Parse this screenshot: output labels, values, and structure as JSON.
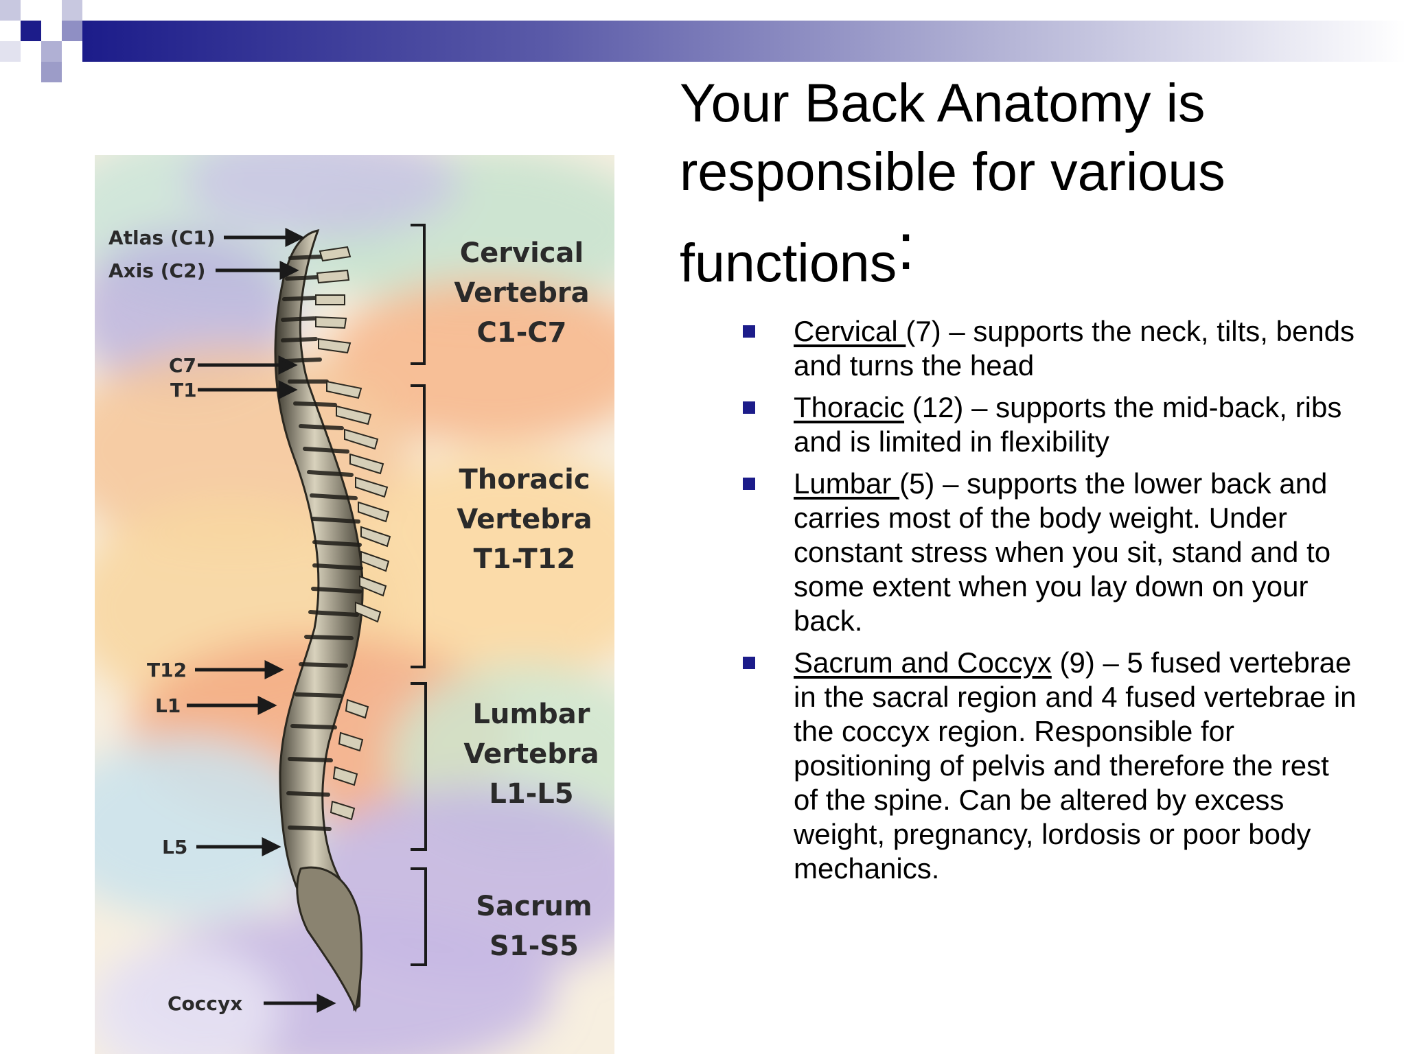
{
  "slide": {
    "title_line1": "Your Back Anatomy is",
    "title_line2": "responsible for various",
    "title_line3": "functions",
    "title_colon": ":",
    "bullets": [
      {
        "term": "Cervical ",
        "text": "(7) – supports the neck, tilts, bends and turns the head"
      },
      {
        "term": "Thoracic",
        "text": " (12) – supports the mid-back, ribs and is limited in flexibility"
      },
      {
        "term": "Lumbar ",
        "text": "(5) – supports the lower back and carries most of the body weight. Under constant stress when you sit, stand and to some extent when you lay down on your back."
      },
      {
        "term": "Sacrum and Coccyx",
        "text": " (9) – 5 fused vertebrae in the sacral region and 4 fused vertebrae in the coccyx region. Responsible for positioning of pelvis and therefore the rest of the spine. Can be altered by excess weight, pregnancy, lordosis or poor body mechanics."
      }
    ],
    "accent_color": "#1c1c8a"
  },
  "figure": {
    "left_labels": {
      "atlas": "Atlas (C1)",
      "axis": "Axis (C2)",
      "c7": "C7",
      "t1": "T1",
      "t12": "T12",
      "l1": "L1",
      "l5": "L5",
      "coccyx": "Coccyx"
    },
    "regions": {
      "cervical": [
        "Cervical",
        "Vertebra",
        "C1-C7"
      ],
      "thoracic": [
        "Thoracic",
        "Vertebra",
        "T1-T12"
      ],
      "lumbar": [
        "Lumbar",
        "Vertebra",
        "L1-L5"
      ],
      "sacrum": [
        "Sacrum",
        "S1-S5"
      ]
    }
  }
}
